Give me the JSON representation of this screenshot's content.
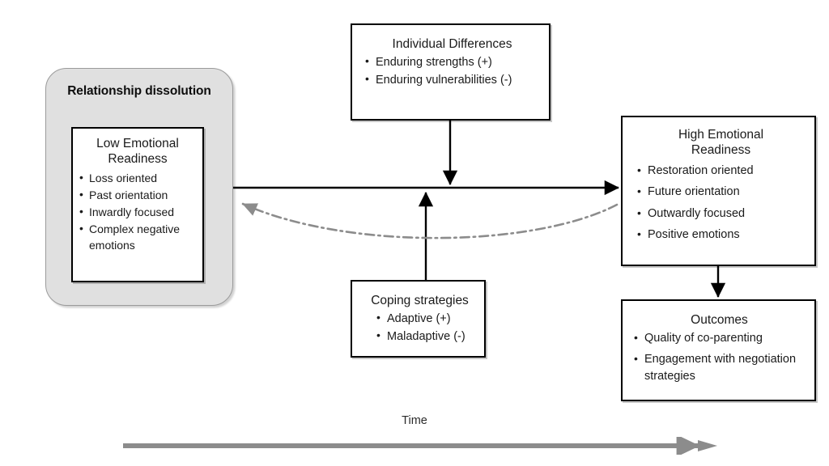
{
  "diagram": {
    "title_implicit": "Emotional readiness model of relationship dissolution",
    "time_axis": {
      "label": "Time",
      "arrow_color": "#8c8c8c",
      "direction": "left-to-right"
    },
    "colors": {
      "box_border": "#000000",
      "box_fill": "#ffffff",
      "group_fill": "#e0e0e0",
      "group_border": "#9b9b9b",
      "arrow": "#000000",
      "feedback_arrow": "#8c8c8c",
      "text": "#1a1a1a"
    }
  },
  "dissolution_group": {
    "label": "Relationship dissolution"
  },
  "boxes": {
    "low_readiness": {
      "title": "Low Emotional\nReadiness",
      "bullets": [
        "Loss oriented",
        "Past orientation",
        "Inwardly focused",
        "Complex negative emotions"
      ]
    },
    "individual_differences": {
      "title": "Individual Differences",
      "bullets": [
        "Enduring strengths (+)",
        "Enduring vulnerabilities (-)"
      ]
    },
    "coping_strategies": {
      "title": "Coping strategies",
      "bullets": [
        "Adaptive (+)",
        "Maladaptive (-)"
      ]
    },
    "high_readiness": {
      "title": "High Emotional\nReadiness",
      "bullets": [
        "Restoration oriented",
        "Future orientation",
        "Outwardly focused",
        "Positive emotions"
      ]
    },
    "outcomes": {
      "title": "Outcomes",
      "bullets": [
        "Quality of co-parenting",
        "Engagement with negotiation strategies"
      ]
    }
  },
  "connectors": [
    {
      "name": "low-to-high-arrow",
      "from": "low_readiness",
      "to": "high_readiness",
      "style": "solid",
      "direction": "right"
    },
    {
      "name": "individual-differences-down-arrow",
      "from": "individual_differences",
      "to": "low-to-high-arrow",
      "style": "solid",
      "direction": "down"
    },
    {
      "name": "coping-strategies-up-arrow",
      "from": "coping_strategies",
      "to": "low-to-high-arrow",
      "style": "solid",
      "direction": "up"
    },
    {
      "name": "high-to-outcomes-arrow",
      "from": "high_readiness",
      "to": "outcomes",
      "style": "solid",
      "direction": "down"
    },
    {
      "name": "high-to-low-feedback-arrow",
      "from": "high_readiness",
      "to": "low_readiness",
      "style": "dash-dot",
      "direction": "left"
    }
  ]
}
